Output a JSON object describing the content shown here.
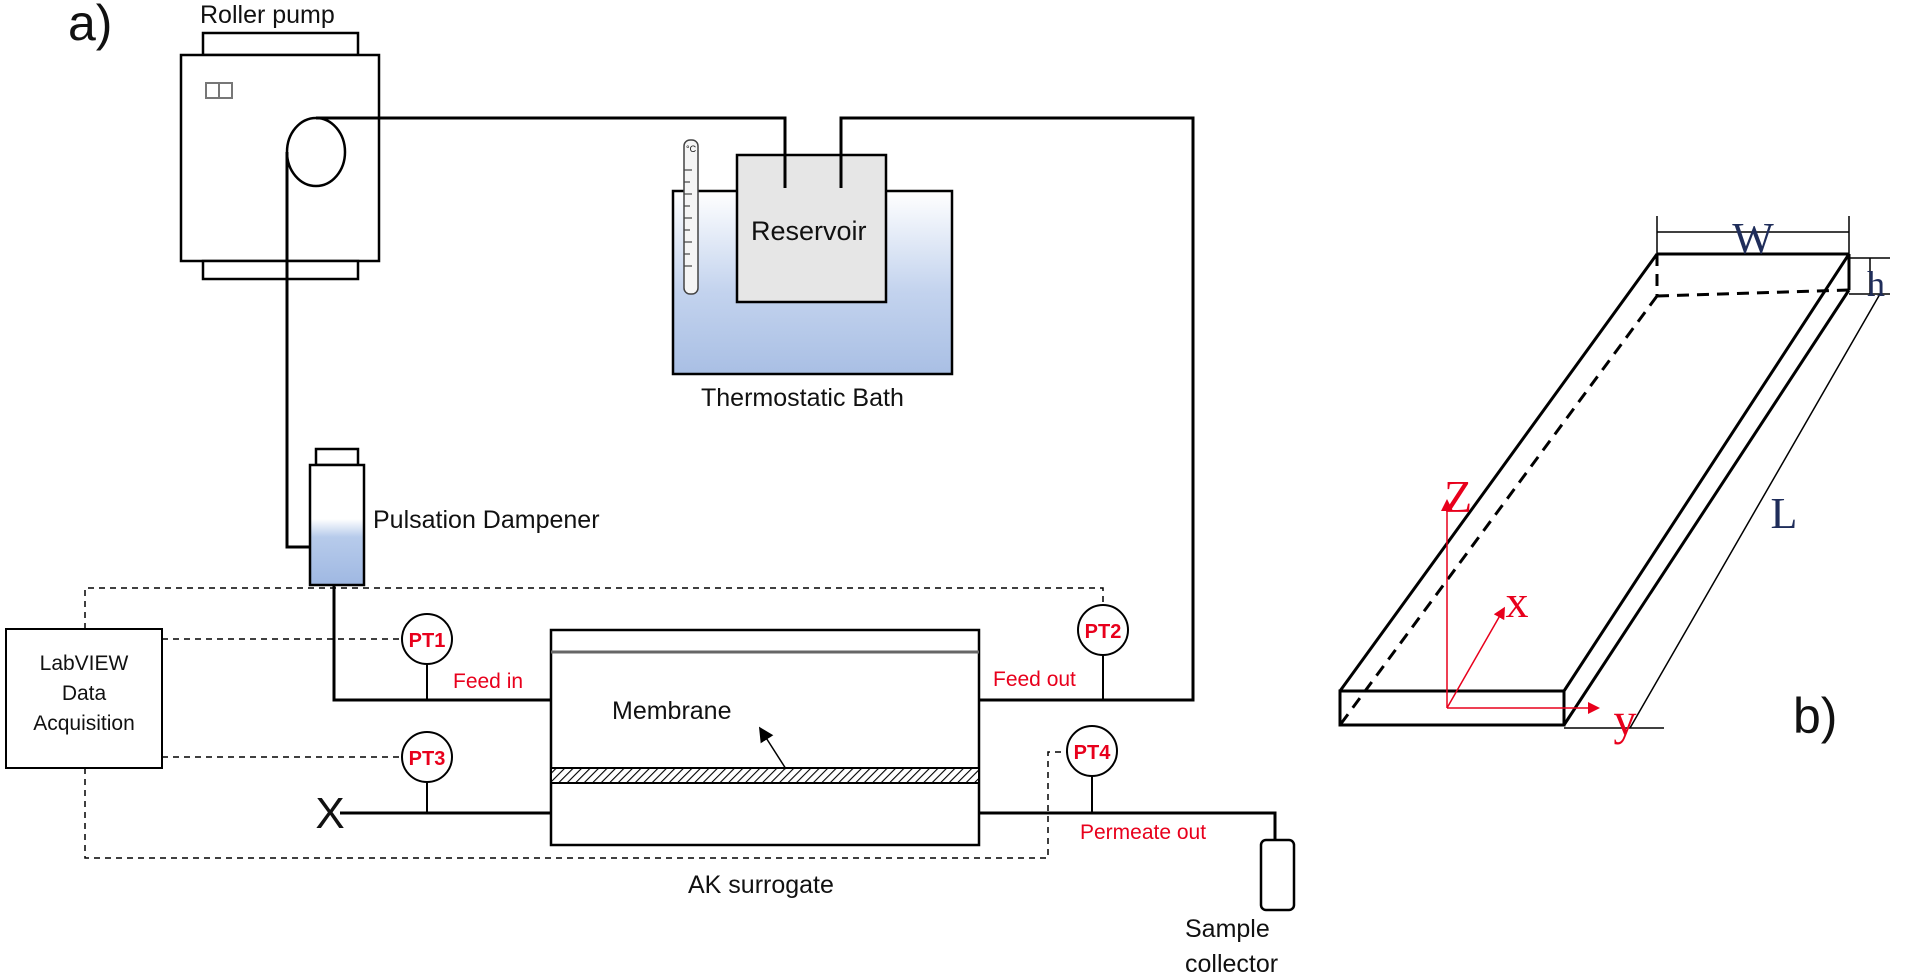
{
  "panel_a": {
    "panel_label": "a)",
    "roller_pump": "Roller pump",
    "reservoir": "Reservoir",
    "thermometer_unit": "°C",
    "thermostatic_bath": "Thermostatic Bath",
    "pulsation_dampener": "Pulsation Dampener",
    "labview": [
      "LabVIEW",
      "Data",
      "Acquisition"
    ],
    "pt1": "PT1",
    "pt2": "PT2",
    "pt3": "PT3",
    "pt4": "PT4",
    "feed_in": "Feed in",
    "feed_out": "Feed out",
    "membrane": "Membrane",
    "permeate_out": "Permeate out",
    "ak_surrogate": "AK surrogate",
    "sample_collector": [
      "Sample",
      "collector"
    ],
    "valve_symbol": "X"
  },
  "panel_b": {
    "panel_label": "b)",
    "w": "W",
    "h": "h",
    "l": "L",
    "axis_z": "Z",
    "axis_x": "x",
    "axis_y": "y"
  },
  "colors": {
    "line": "#000000",
    "signal_red": "#e8001c",
    "dimension_blue": "#1f2d5a",
    "water_top": "#ffffff",
    "water_bottom": "#a9bfe4",
    "reservoir_fill": "#e6e6e6"
  }
}
